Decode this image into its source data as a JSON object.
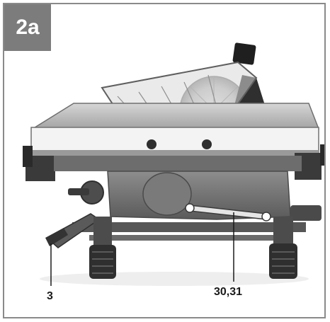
{
  "figure": {
    "badge_label": "2a",
    "callouts": {
      "trigger_lever": "3",
      "rotating_arm": "30,31"
    }
  }
}
